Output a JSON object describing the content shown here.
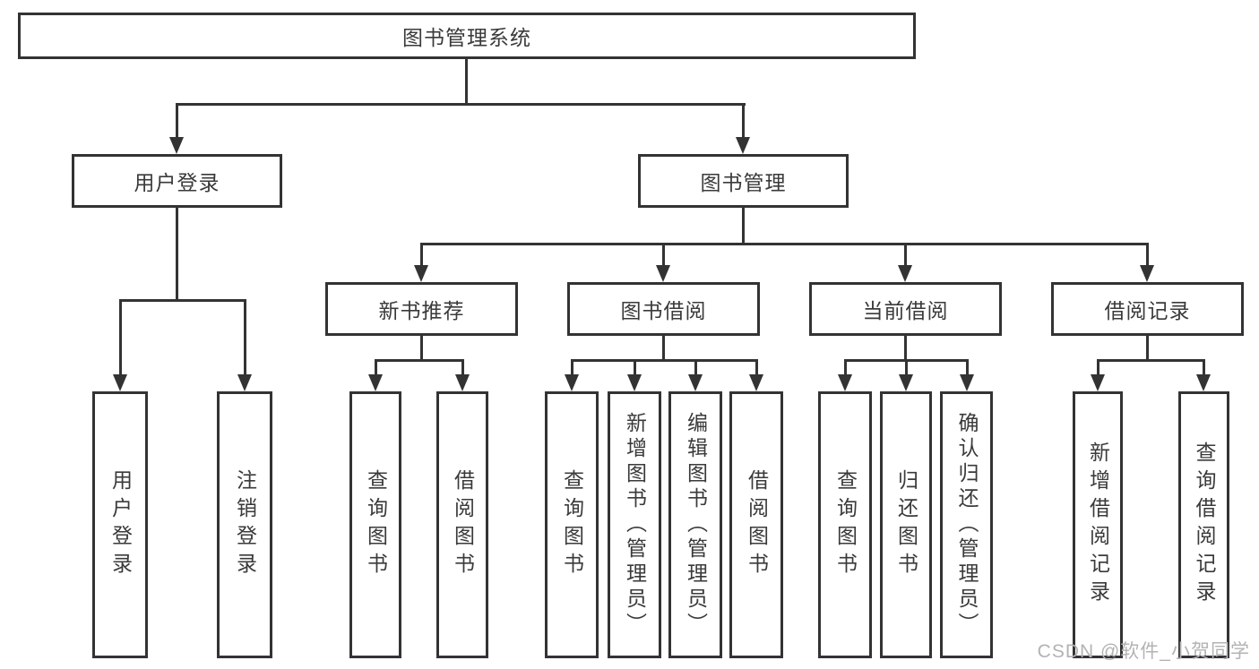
{
  "diagram": {
    "root": "图书管理系统",
    "level2": [
      {
        "label": "用户登录",
        "children": [
          "用户登录",
          "注销登录"
        ]
      },
      {
        "label": "图书管理"
      }
    ],
    "level3": [
      {
        "label": "新书推荐",
        "children": [
          "查询图书",
          "借阅图书"
        ]
      },
      {
        "label": "图书借阅",
        "children": [
          "查询图书",
          "新增图书（管理员）",
          "编辑图书（管理员）",
          "借阅图书"
        ]
      },
      {
        "label": "当前借阅",
        "children": [
          "查询图书",
          "归还图书",
          "确认归还（管理员）"
        ]
      },
      {
        "label": "借阅记录",
        "children": [
          "新增借阅记录",
          "查询借阅记录"
        ]
      }
    ]
  },
  "watermark": "CSDN @软件_小贺同学",
  "colors": {
    "line": "#333333",
    "text": "#3a3a3a",
    "background": "#ffffff",
    "watermark": "#b3b3b3"
  }
}
